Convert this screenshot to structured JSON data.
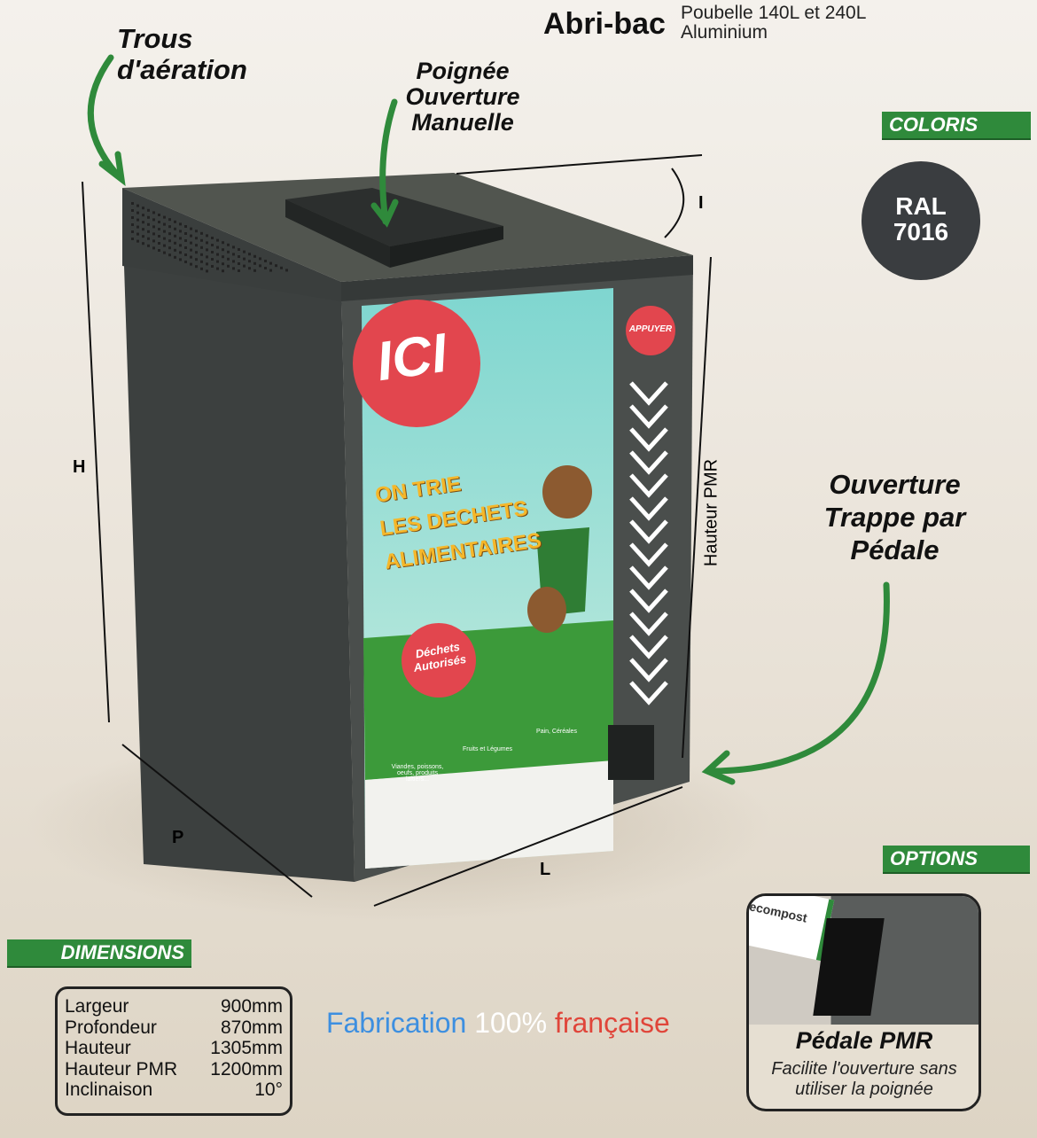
{
  "header": {
    "title": "Abri-bac",
    "subtitle_line1": "Poubelle 140L et 240L",
    "subtitle_line2": "Aluminium"
  },
  "callouts": {
    "vents": "Trous d'aération",
    "handle": "Poignée Ouverture Manuelle",
    "pedal_opening": "Ouverture Trappe par Pédale"
  },
  "dimension_labels": {
    "h": "H",
    "p": "P",
    "l": "L",
    "i": "I",
    "pmr": "Hauteur PMR"
  },
  "coloris": {
    "label": "COLORIS",
    "ral_line1": "RAL",
    "ral_line2": "7016",
    "swatch": "#3a3d40"
  },
  "poster": {
    "ici": "ICI",
    "line1": "ON TRIE",
    "line2": "LES DECHETS",
    "line3": "ALIMENTAIRES",
    "badge": "Déchets Autorisés",
    "cat1": "Viandes, poissons, oeufs, produits laitiers...",
    "cat2": "Fruits et Légumes",
    "cat3": "Pain, Céréales",
    "press": "APPUYER"
  },
  "options": {
    "label": "OPTIONS",
    "brand": "ecompost",
    "title": "Pédale PMR",
    "desc1": "Facilite l'ouverture sans",
    "desc2": "utiliser la poignée"
  },
  "dimensions": {
    "label": "DIMENSIONS",
    "rows": [
      {
        "name": "Largeur",
        "value": "900mm"
      },
      {
        "name": "Profondeur",
        "value": "870mm"
      },
      {
        "name": "Hauteur",
        "value": "1305mm"
      },
      {
        "name": "Hauteur PMR",
        "value": "1200mm"
      },
      {
        "name": "Inclinaison",
        "value": "10°"
      }
    ]
  },
  "footer": {
    "w1": "Fabrication",
    "w2": "100%",
    "w3": "française"
  },
  "colors": {
    "green": "#2f8a3b",
    "bin": "#3e4241",
    "blue": "#3d8fe0",
    "red": "#e0453a"
  }
}
